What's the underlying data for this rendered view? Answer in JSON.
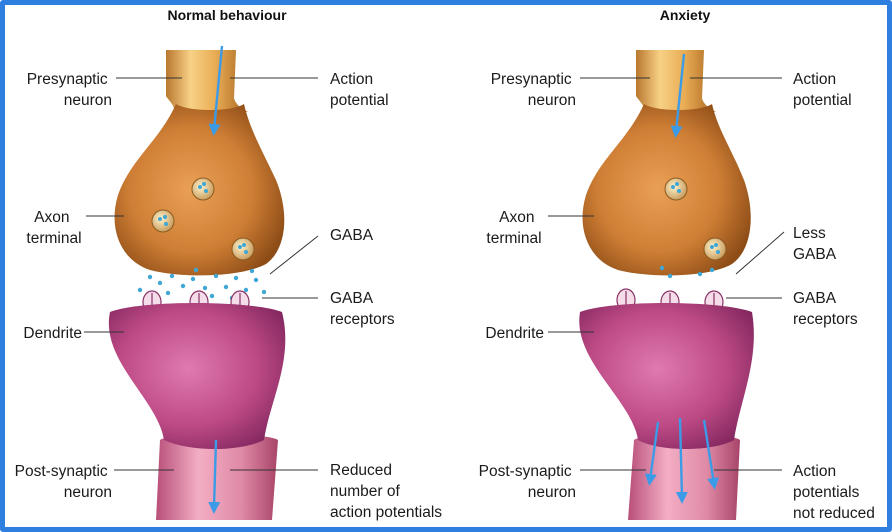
{
  "panels": [
    {
      "title": "Normal behaviour",
      "labels": {
        "presynaptic": [
          "Presynaptic",
          "neuron"
        ],
        "action_potential": [
          "Action",
          "potential"
        ],
        "axon_terminal": [
          "Axon",
          "terminal"
        ],
        "gaba": [
          "GABA"
        ],
        "gaba_receptors": [
          "GABA",
          "receptors"
        ],
        "dendrite": [
          "Dendrite"
        ],
        "postsynaptic": [
          "Post-synaptic",
          "neuron"
        ],
        "output": [
          "Reduced",
          "number of",
          "action potentials"
        ]
      }
    },
    {
      "title": "Anxiety",
      "labels": {
        "presynaptic": [
          "Presynaptic",
          "neuron"
        ],
        "action_potential": [
          "Action",
          "potential"
        ],
        "axon_terminal": [
          "Axon",
          "terminal"
        ],
        "gaba": [
          "Less",
          "GABA"
        ],
        "gaba_receptors": [
          "GABA",
          "receptors"
        ],
        "dendrite": [
          "Dendrite"
        ],
        "postsynaptic": [
          "Post-synaptic",
          "neuron"
        ],
        "output": [
          "Action",
          "potentials",
          "not reduced"
        ]
      }
    }
  ],
  "colors": {
    "frame": "#2f7fe0",
    "axon": "#e6a84a",
    "terminal": "#c9782e",
    "dendrite": "#c04a86",
    "postsynaptic": "#dc7d9e",
    "gaba_dot": "#3fa7d6",
    "arrow": "#3c9be6"
  }
}
